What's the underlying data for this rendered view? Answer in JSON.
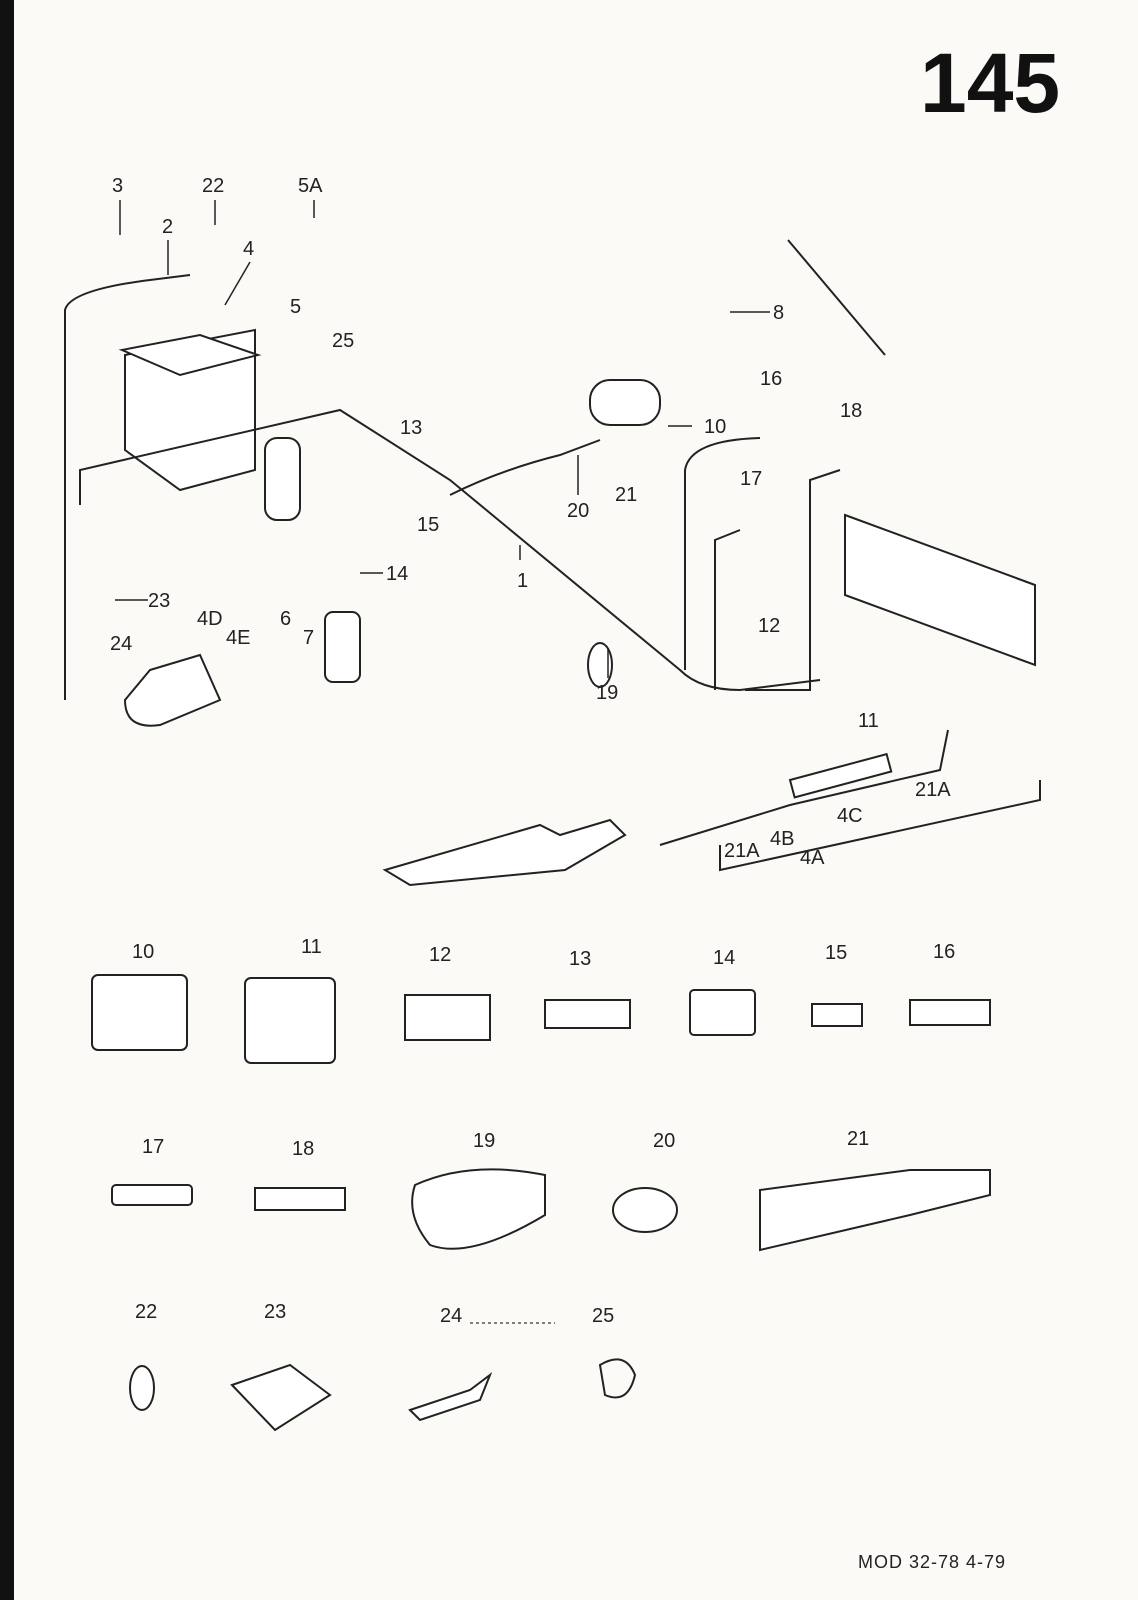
{
  "page_number": "145",
  "footer": "MOD 32-78  4-79",
  "callouts": {
    "main": [
      "3",
      "22",
      "5A",
      "2",
      "4",
      "5",
      "25",
      "13",
      "15",
      "14",
      "23",
      "4D",
      "4E",
      "6",
      "7",
      "24",
      "1",
      "19",
      "20",
      "21",
      "10",
      "16",
      "8",
      "18",
      "17",
      "12",
      "11",
      "21A",
      "4C",
      "21A",
      "4B",
      "4A"
    ],
    "parts": [
      "10",
      "11",
      "12",
      "13",
      "14",
      "15",
      "16",
      "17",
      "18",
      "19",
      "20",
      "21",
      "22",
      "23",
      "24",
      "25"
    ]
  }
}
